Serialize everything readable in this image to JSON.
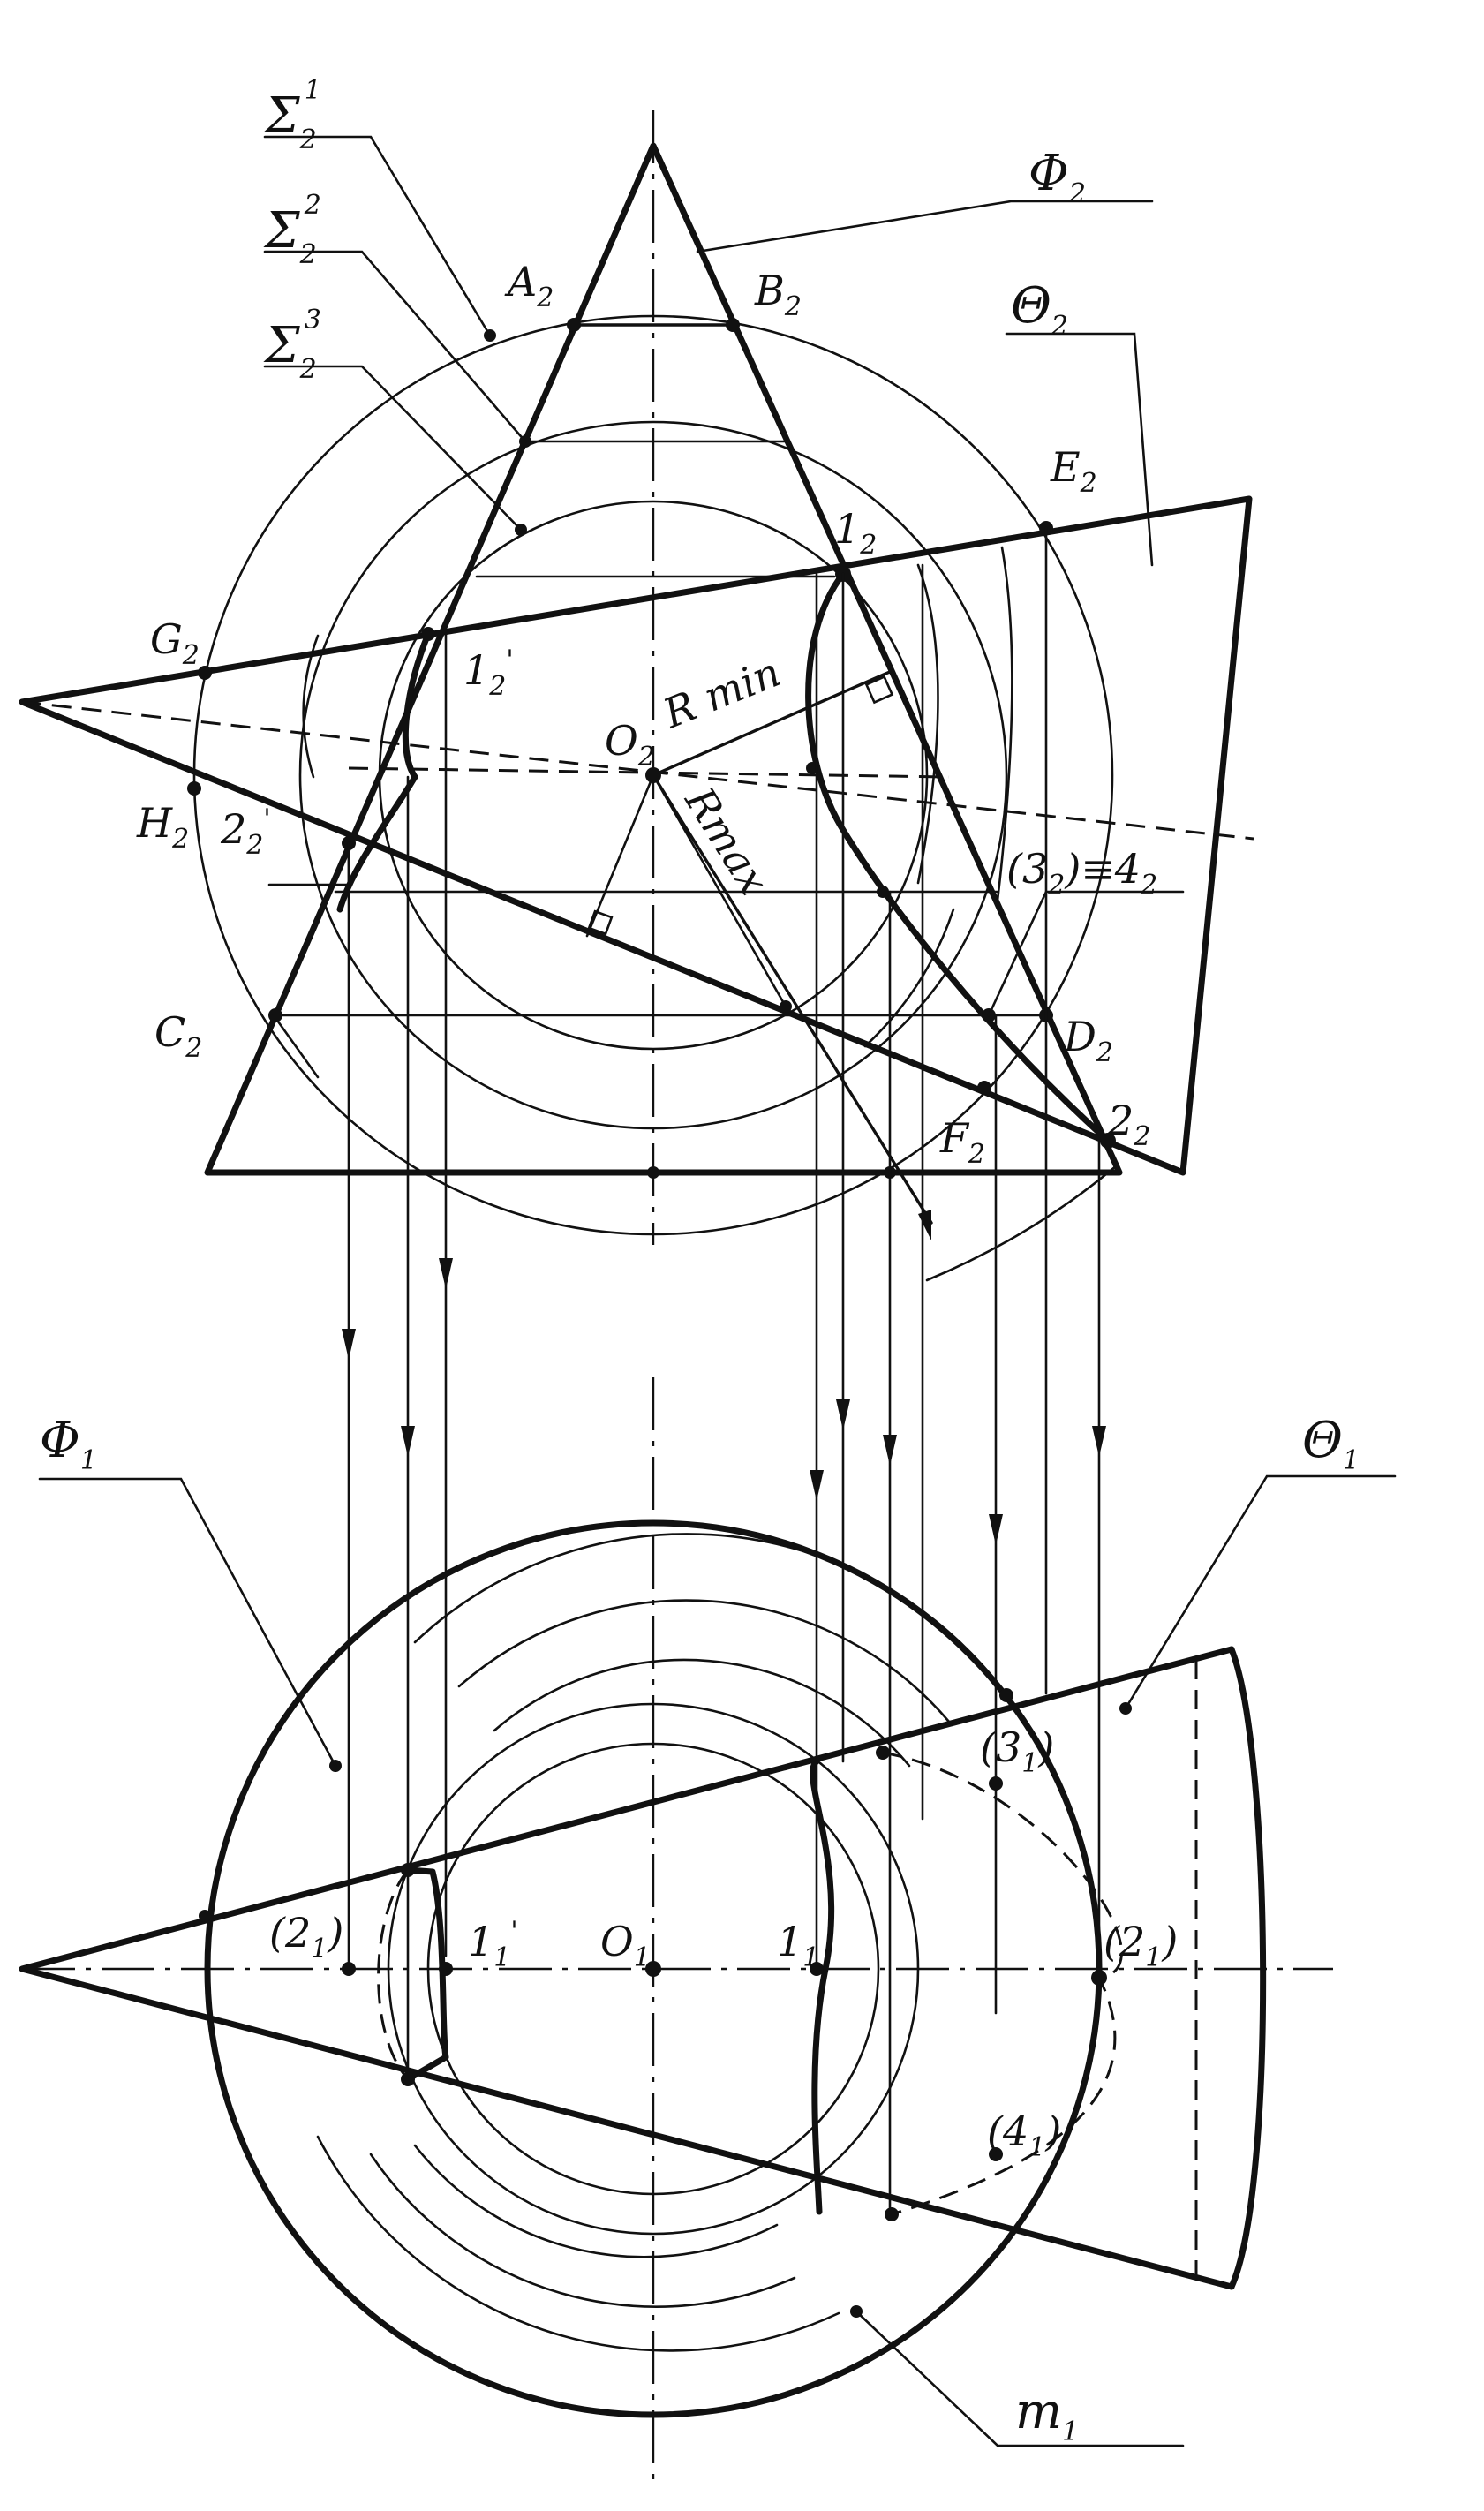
{
  "labels": {
    "sigma_1": "Σ",
    "sigma_1_sub": "2",
    "sigma_1_sup": "1",
    "sigma_2": "Σ",
    "sigma_2_sub": "2",
    "sigma_2_sup": "2",
    "sigma_3": "Σ",
    "sigma_3_sub": "2",
    "sigma_3_sup": "3",
    "phi2": "Φ",
    "phi2_sub": "2",
    "theta2": "Θ",
    "theta2_sub": "2",
    "phi1": "Φ",
    "phi1_sub": "1",
    "theta1": "Θ",
    "theta1_sub": "1",
    "m1": "m",
    "m1_sub": "1",
    "A2": "A",
    "A2_sub": "2",
    "B2": "B",
    "B2_sub": "2",
    "E2": "E",
    "E2_sub": "2",
    "G2": "G",
    "G2_sub": "2",
    "H2": "H",
    "H2_sub": "2",
    "C2": "C",
    "C2_sub": "2",
    "D2": "D",
    "D2_sub": "2",
    "F2": "F",
    "F2_sub": "2",
    "O2": "O",
    "O2_sub": "2",
    "p12": "1",
    "p12_sub": "2",
    "p12p": "1",
    "p12p_sub": "2",
    "p12p_sup": "'",
    "p22p": "2",
    "p22p_sub": "2",
    "p22p_sup": "'",
    "p22": "2",
    "p22_sub": "2",
    "p34": "(3",
    "p34_sub": "2",
    "p34_rest": ")≡4",
    "p34_sub2": "2",
    "rmin": "R min",
    "rmax": "Rmax",
    "O1": "O",
    "O1_sub": "1",
    "p11": "1",
    "p11_sub": "1",
    "p11p": "1",
    "p11p_sub": "1",
    "p11p_sup": "'",
    "p21L": "(2",
    "p21L_sub": "1",
    "p21L_end": ")",
    "p21R": "(2",
    "p21R_sub": "1",
    "p21R_end": ")",
    "p31": "(3",
    "p31_sub": "1",
    "p31_end": ")",
    "p41": "(4",
    "p41_sub": "1",
    "p41_end": ")"
  }
}
